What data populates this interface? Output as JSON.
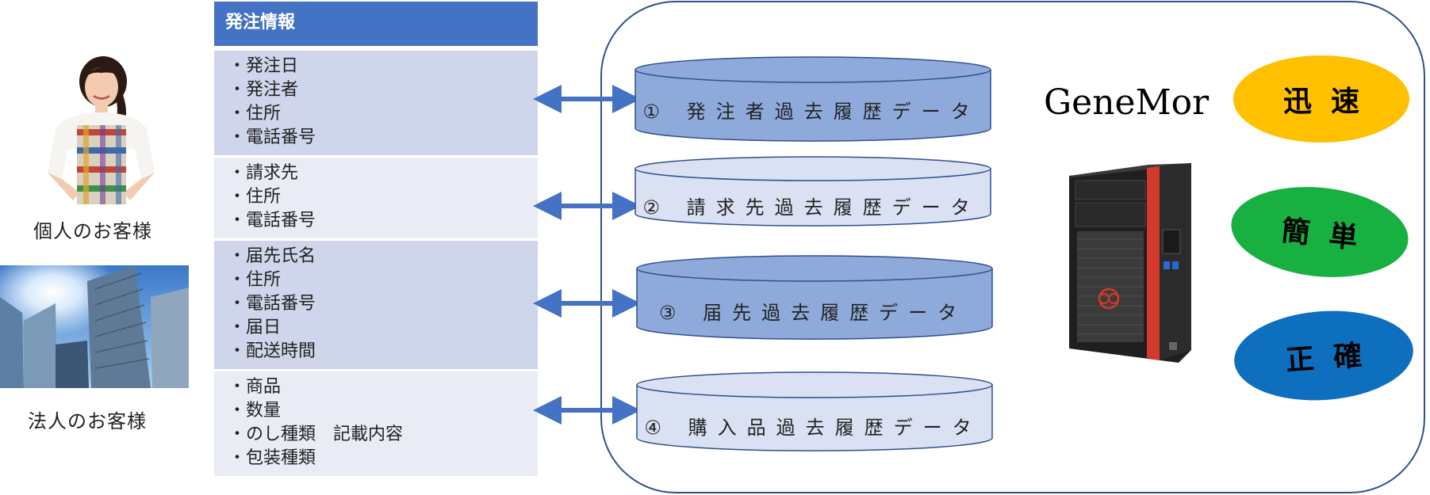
{
  "customers": {
    "individual_label": "個人のお客様",
    "corporate_label": "法人のお客様"
  },
  "order_info": {
    "title": "発注情報",
    "sections": [
      [
        "発注日",
        "発注者",
        "住所",
        "電話番号"
      ],
      [
        "請求先",
        "住所",
        "電話番号"
      ],
      [
        "届先氏名",
        "住所",
        "電話番号",
        "届日",
        "配送時間"
      ],
      [
        "商品",
        "数量",
        "のし種類　記載内容",
        "包装種類"
      ]
    ]
  },
  "databases": [
    {
      "label": "① 発注者過去履歴データ",
      "fill": "#8eaadb"
    },
    {
      "label": "② 請求先過去履歴データ",
      "fill": "#d9e1f2"
    },
    {
      "label": "③ 届先過去履歴データ",
      "fill": "#8eaadb"
    },
    {
      "label": "④ 購入品過去履歴データ",
      "fill": "#d9e1f2"
    }
  ],
  "system": {
    "name": "GeneMor"
  },
  "badges": {
    "speed": "迅速",
    "easy": "簡単",
    "accurate": "正確"
  },
  "colors": {
    "header_blue": "#4472c4",
    "arrow_blue": "#4472c4",
    "container_border": "#2f4f8f",
    "speed": "#ffc000",
    "easy": "#18b040",
    "accurate": "#0e6fbf"
  },
  "icons": {
    "server": "tower-server-icon",
    "person": "woman-customer-photo",
    "building": "office-building-photo"
  }
}
